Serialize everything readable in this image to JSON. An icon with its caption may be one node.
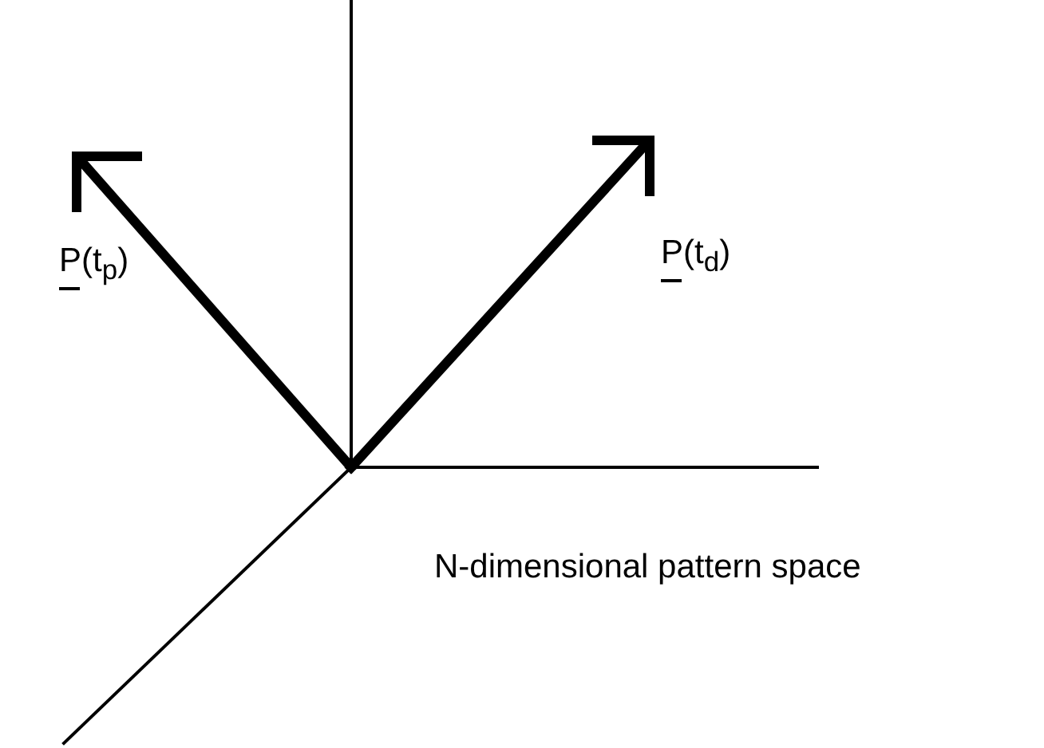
{
  "diagram": {
    "labels": [
      "P(t$_{p}$)",
      "P(t$_{d}$)",
      "N-dimensional pattern space"
    ]
  }
}
